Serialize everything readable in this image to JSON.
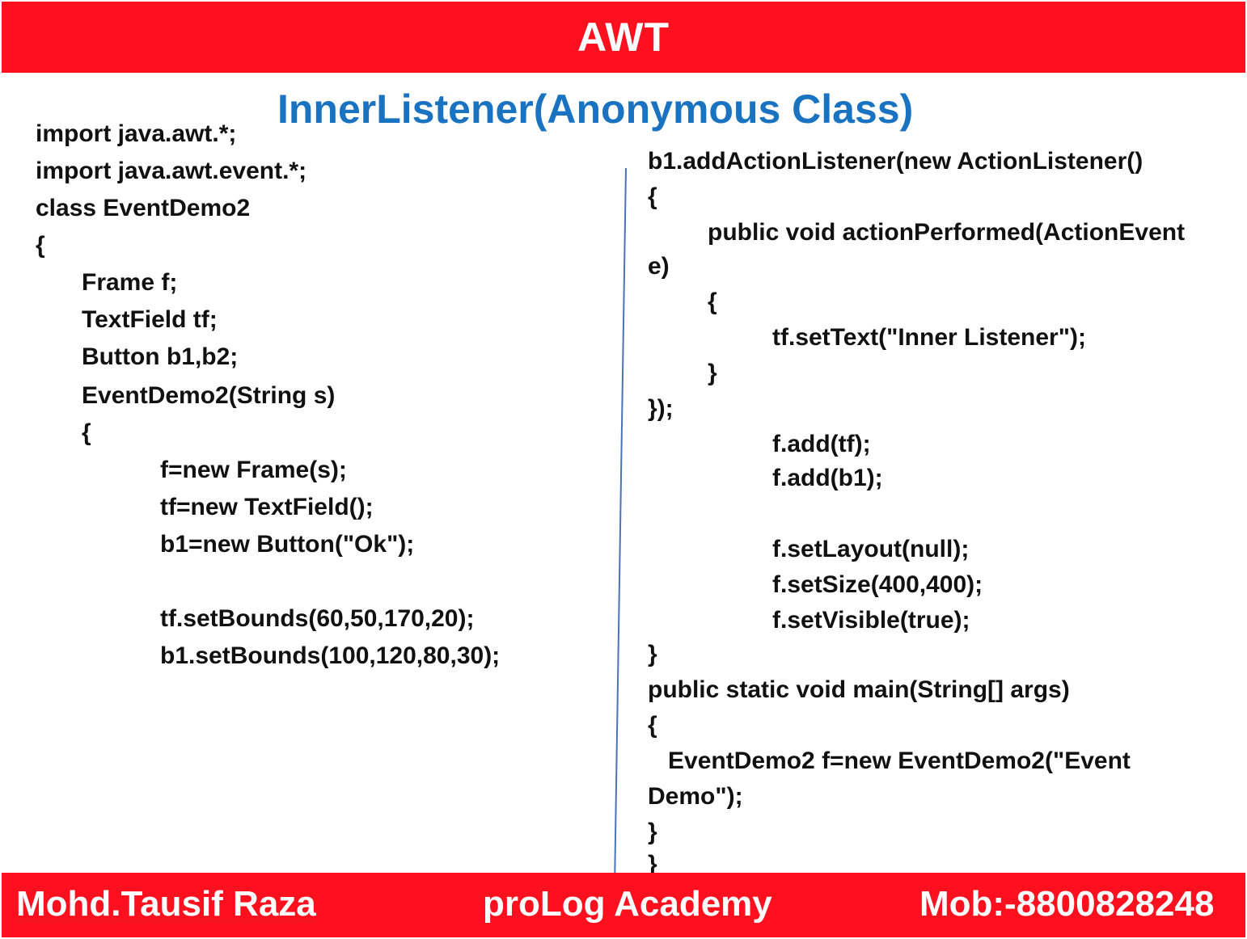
{
  "header": {
    "title": "AWT"
  },
  "subtitle": "InnerListener(Anonymous Class)",
  "left_code": [
    "import java.awt.*;",
    "import java.awt.event.*;",
    "class EventDemo2",
    "{",
    "Frame f;",
    "TextField tf;",
    "Button b1,b2;",
    "EventDemo2(String s)",
    "{",
    "f=new Frame(s);",
    "tf=new TextField();",
    "b1=new Button(\"Ok\");",
    "tf.setBounds(60,50,170,20);",
    "b1.setBounds(100,120,80,30);"
  ],
  "right_code": [
    "b1.addActionListener(new ActionListener()",
    "{",
    "public void actionPerformed(ActionEvent",
    "e)",
    "{",
    "tf.setText(\"Inner Listener\");",
    "}",
    "});",
    "f.add(tf);",
    "f.add(b1);",
    "f.setLayout(null);",
    "f.setSize(400,400);",
    "f.setVisible(true);",
    "}",
    "public static void main(String[] args)",
    "{",
    "EventDemo2 f=new EventDemo2(\"Event",
    "Demo\");",
    "}",
    "}"
  ],
  "footer": {
    "author": "Mohd.Tausif Raza",
    "academy": "proLog Academy",
    "mobile": "Mob:-8800828248"
  },
  "colors": {
    "bar_red": "#fe101f",
    "subtitle_blue": "#1a73c0",
    "divider_blue": "#4b73b8"
  }
}
